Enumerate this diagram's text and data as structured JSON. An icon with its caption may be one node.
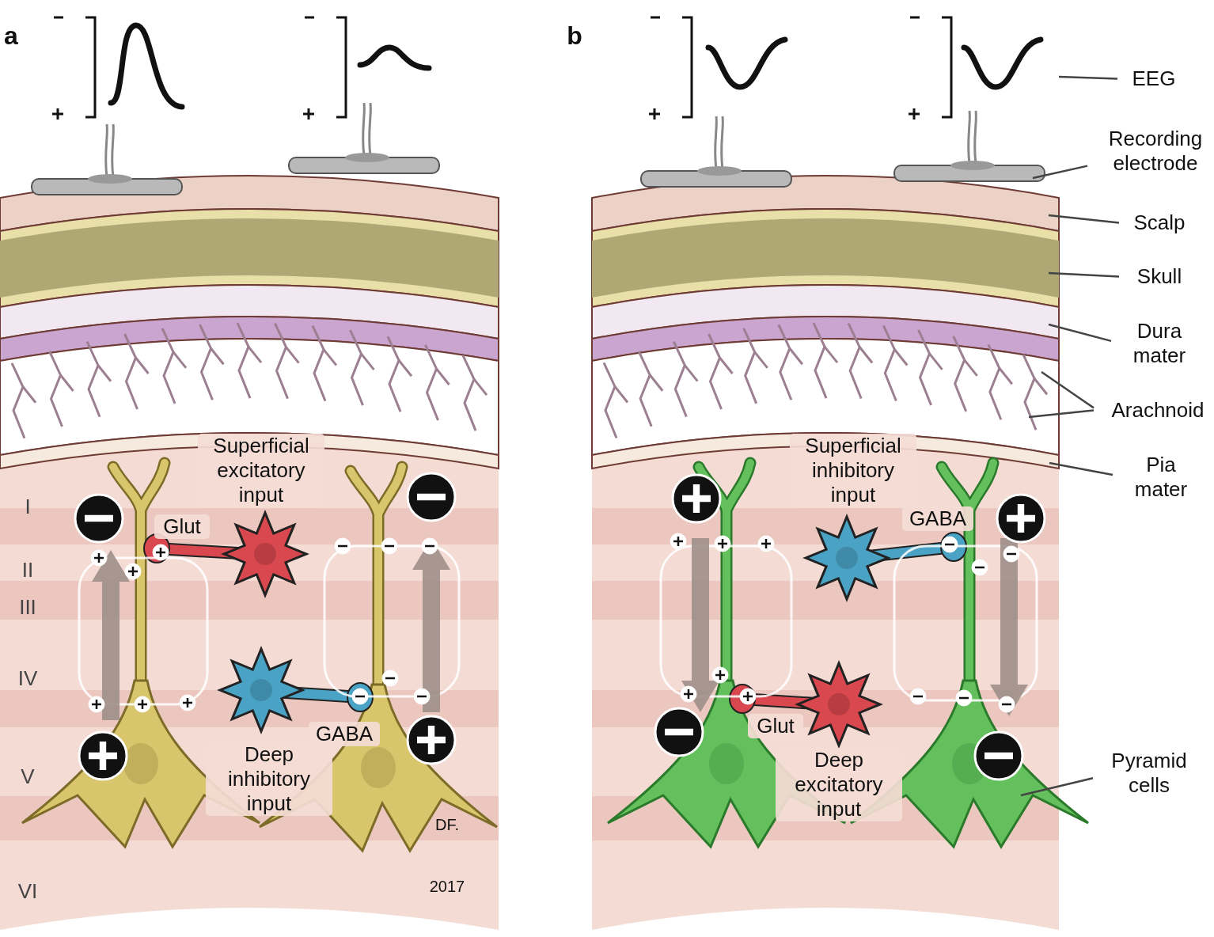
{
  "diagram": {
    "nodes": [
      {
        "text": [
          "EEG"
        ]
      },
      {
        "text": [
          "Recording electrode"
        ]
      },
      {
        "text": [
          "Scalp"
        ]
      },
      {
        "text": [
          "Skull"
        ]
      },
      {
        "text": [
          "Dura mater"
        ]
      },
      {
        "text": [
          "Arachnoid"
        ]
      },
      {
        "text": [
          "Pia mater"
        ]
      },
      {
        "text": [
          "Pyramid cells"
        ]
      },
      {
        "text": [],
        "shape": "picture"
      },
      {
        "text": [],
        "shape": "picture"
      },
      {
        "text": [],
        "shape": "picture"
      },
      {
        "text": [],
        "shape": "picture"
      },
      {
        "text": [],
        "shape": "picture"
      },
      {
        "text": [],
        "shape": "picture"
      },
      {
        "text": [],
        "shape": "picture"
      },
      {
        "text": [],
        "shape": "picture"
      }
    ],
    "edges": [
      {
        "from": 0,
        "to": 8,
        "arrow": "none"
      },
      {
        "from": 1,
        "to": 9,
        "arrow": "none"
      },
      {
        "from": 2,
        "to": 10,
        "arrow": "none"
      },
      {
        "from": 3,
        "to": 11,
        "arrow": "none"
      },
      {
        "from": 4,
        "to": 12,
        "arrow": "none"
      },
      {
        "from": 5,
        "to": 13,
        "arrow": "none"
      },
      {
        "from": 5,
        "to": 13,
        "arrow": "none"
      },
      {
        "from": 6,
        "to": 14,
        "arrow": "none"
      },
      {
        "from": 7,
        "to": 15,
        "arrow": "none"
      }
    ],
    "labels": [
      "a",
      "b",
      "I",
      "II",
      "III",
      "IV",
      "V",
      "VI",
      "Superficial excitatory input",
      "Glut",
      "Deep inhibitory input",
      "GABA",
      "DF.",
      "2017",
      "Superficial inhibitory input",
      "GABA",
      "Deep excitatory input",
      "Glut"
    ]
  }
}
